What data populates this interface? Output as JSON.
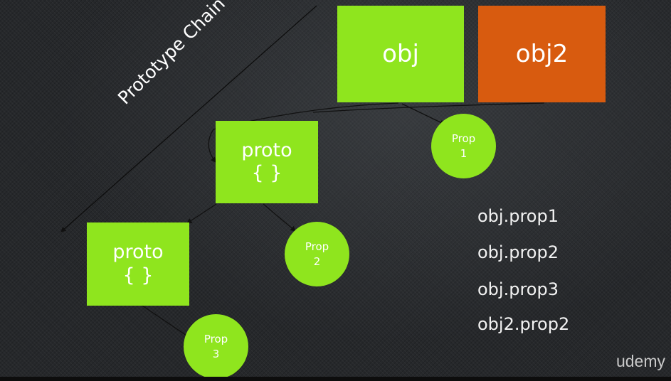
{
  "diagram": {
    "chain_label": "Prototype Chain",
    "obj": {
      "label": "obj"
    },
    "obj2": {
      "label": "obj2"
    },
    "proto1": {
      "label": "proto",
      "braces": "{ }"
    },
    "proto2": {
      "label": "proto",
      "braces": "{ }"
    },
    "prop1": {
      "line1": "Prop",
      "line2": "1"
    },
    "prop2": {
      "line1": "Prop",
      "line2": "2"
    },
    "prop3": {
      "line1": "Prop",
      "line2": "3"
    },
    "colors": {
      "green": "#8fe51e",
      "orange": "#d85b0f"
    }
  },
  "code_lines": [
    "obj.prop1",
    "obj.prop2",
    "obj.prop3",
    "obj2.prop2"
  ],
  "brand": {
    "logo": "udemy"
  }
}
